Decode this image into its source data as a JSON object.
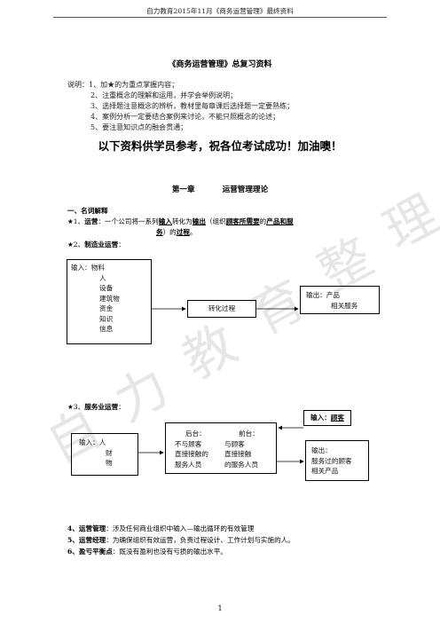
{
  "header": "自力教育2015年11月《商务运营管理》最终资料",
  "title": "《商务运营管理》总复习资料",
  "notes": [
    "说明：1、加★的为重点掌握内容；",
    "2、注重概念的理解和运用，并学会举例说明；",
    "3、选择题注意概念的辨析，教材里每章课后选择题一定要熟练；",
    "4、案例分析一定要结合案例来讨论，不能只照概念的论述；",
    "5、要注意知识点的融会贯通；"
  ],
  "slogan": "以下资料供学员参考，祝各位考试成功！加油噢！",
  "chapter": {
    "num": "第一章",
    "name": "运营管理理论"
  },
  "section1": "一、名词解释",
  "def1": {
    "prefix": "★1、",
    "term": "运营",
    "p1": "：一个公司将一系列",
    "w_input": "输入",
    "p2": "转化为",
    "w_output": "输出",
    "p3": "（组织",
    "w_customer": "顾客所需要",
    "p4": "的",
    "w_products": "产品和服",
    "l2a": "务",
    "l2b": "）的",
    "l2c": "过程",
    "l2d": "。"
  },
  "def2": {
    "prefix": "★2、",
    "term": "制造业运营",
    "suffix": "："
  },
  "diagram1": {
    "input_label": "输入：物料",
    "inputs": [
      "人",
      "设备",
      "建筑物",
      "资金",
      "知识",
      "信息"
    ],
    "process": "转化过程",
    "output_label": "输出：产品",
    "output_2": "相关服务"
  },
  "def3": {
    "prefix": "★3、",
    "term": "服务业运营",
    "suffix": "："
  },
  "diagram2": {
    "input_label": "输入：人",
    "inputs": [
      "财",
      "物"
    ],
    "back_title": "后台：",
    "back_lines": [
      "不与顾客",
      "直接接触的",
      "服务人员"
    ],
    "front_title": "前台：",
    "front_lines": [
      "与顾客",
      "直接接触",
      "的服务人员"
    ],
    "customer_input_a": "输入：",
    "customer_input_b": "顾客",
    "output_label": "输出：",
    "output_lines": [
      "服务过的顾客",
      "相关产品"
    ]
  },
  "def4": {
    "term": "4、运营管理",
    "text": "：涉及任何商业组织中输入—输出循环的有效管理"
  },
  "def5": {
    "term": "5、运营经理",
    "text": "：为确保组织有效运营，负责过程设计、工作计划与实施的人。"
  },
  "def6": {
    "term": "6、盈亏平衡点",
    "text": "：既没有盈利也没有亏损的输出水平。"
  },
  "watermark": [
    "自",
    "力",
    "教",
    "育",
    "整",
    "理"
  ],
  "page_number": "1"
}
